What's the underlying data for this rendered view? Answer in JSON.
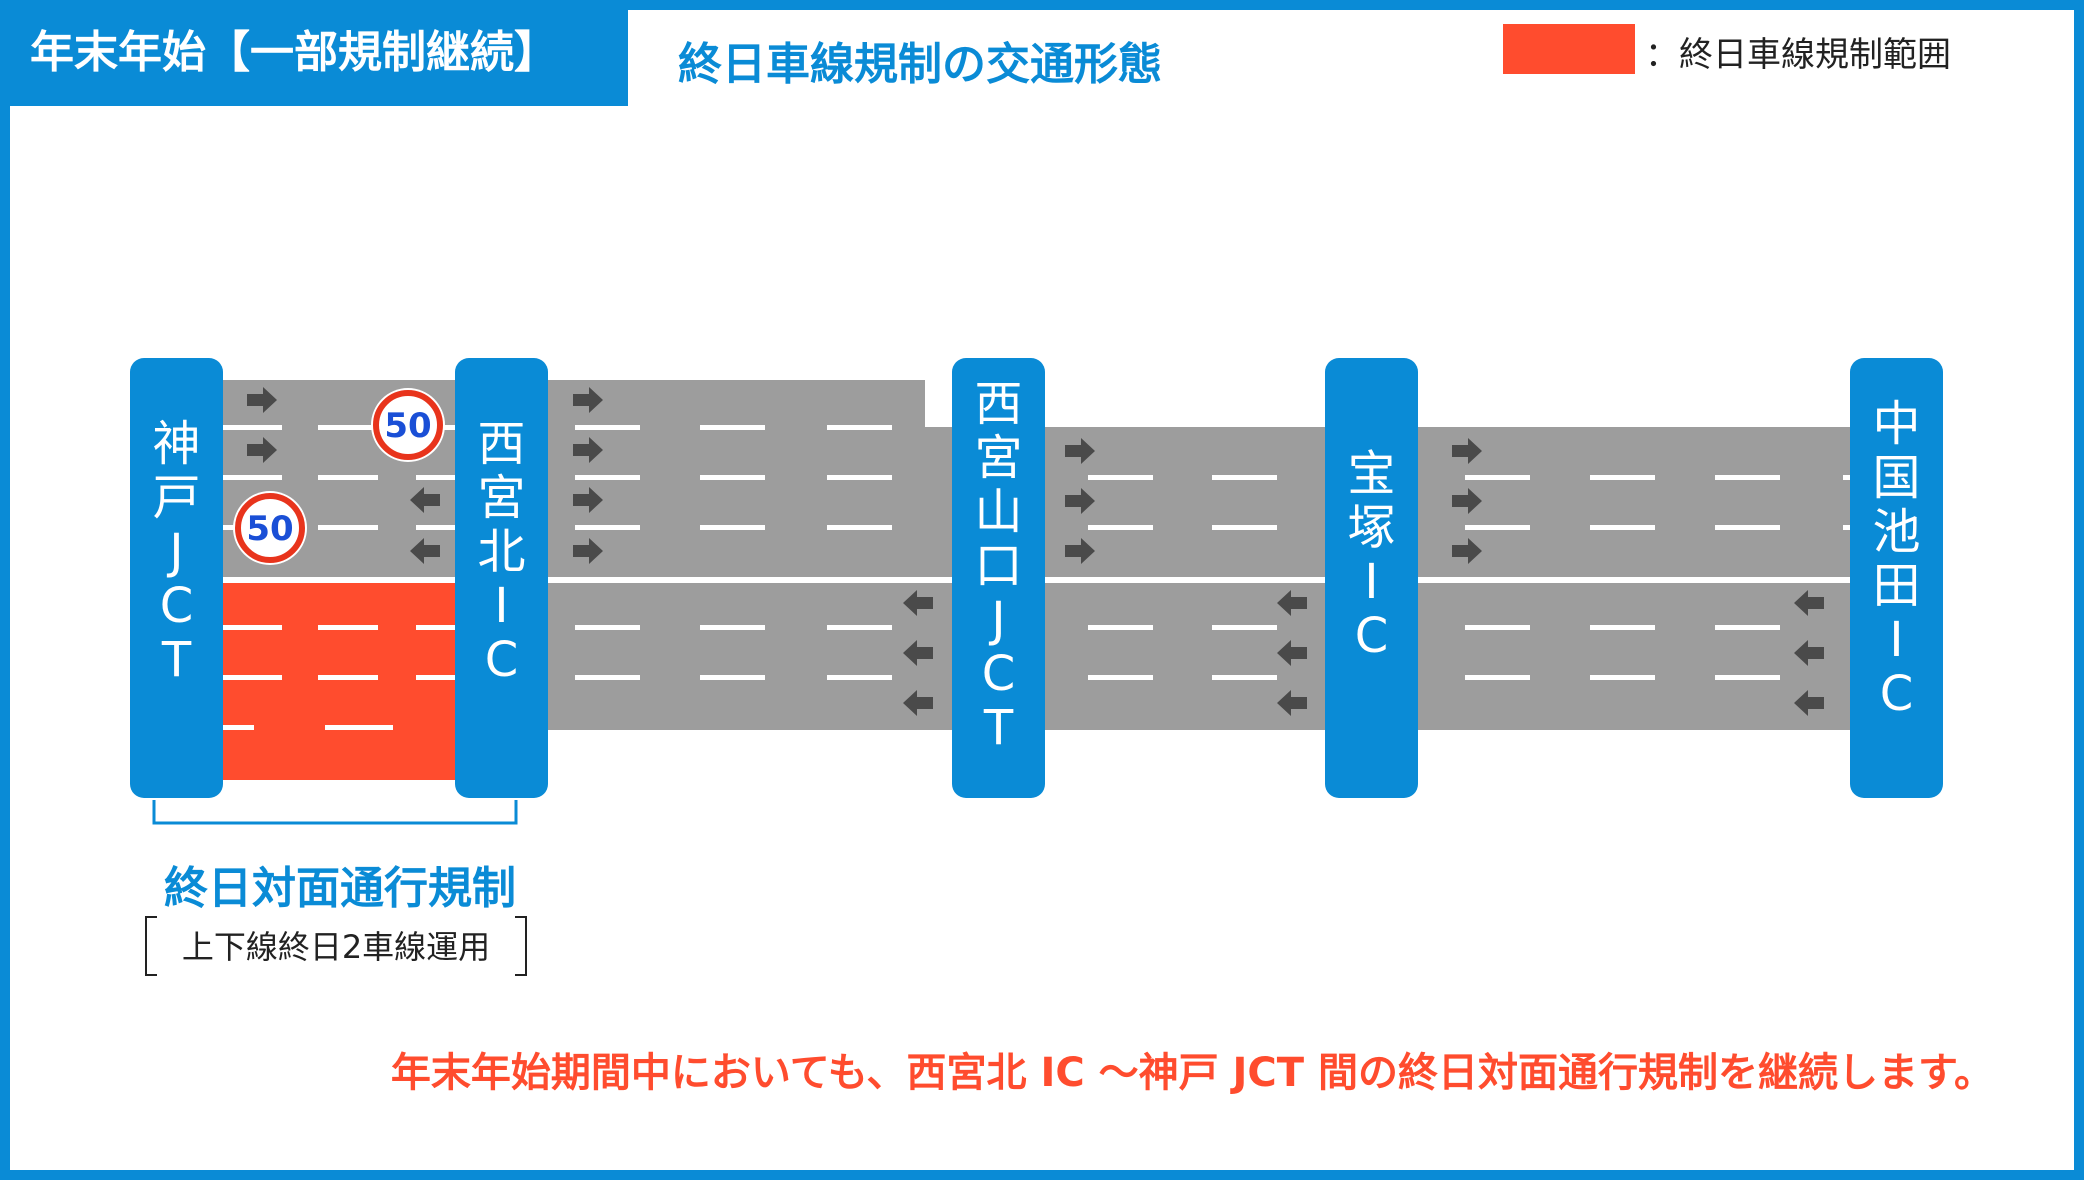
{
  "header": {
    "tag": "年末年始【一部規制継続】",
    "subtitle": "終日車線規制の交通形態"
  },
  "legend": {
    "label": "：終日車線規制範囲",
    "color": "#ff4c2e"
  },
  "interchanges": [
    {
      "id": "kobe-jct",
      "name": "神戸JCT"
    },
    {
      "id": "nishinomiya-kita-ic",
      "name": "西宮北IC"
    },
    {
      "id": "nishinomiya-yamaguchi-jct",
      "name": "西宮山口JCT"
    },
    {
      "id": "takarazuka-ic",
      "name": "宝塚IC"
    },
    {
      "id": "chugoku-ikeda-ic",
      "name": "中国池田IC"
    }
  ],
  "speed_limit": "50",
  "caption": {
    "main": "終日対面通行規制",
    "sub": "上下線終日2車線運用"
  },
  "notice": "年末年始期間中においても、西宮北 IC 〜神戸 JCT 間の終日対面通行規制を継続します。",
  "colors": {
    "brand": "#0a8bd6",
    "road": "#9d9d9d",
    "restriction": "#ff4c2e",
    "arrow": "#4a4a4a",
    "lane_marking": "#ffffff"
  }
}
